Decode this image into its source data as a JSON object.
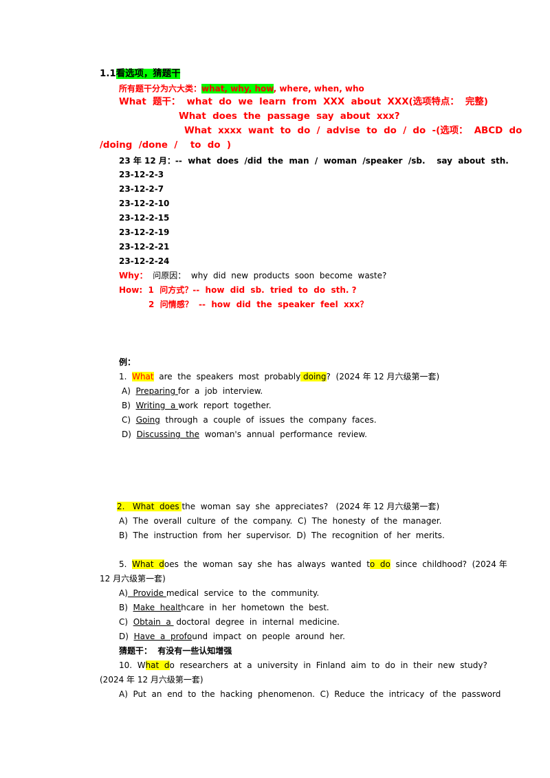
{
  "title": {
    "num": "1.1",
    "text": "看选项，猜题干"
  },
  "categories": {
    "label": "所有题干分为六大类：",
    "hl": "what, why, how",
    "sep": ",",
    "rest": " where, when, who"
  },
  "what": {
    "head": "What  题干：  what  do  we  learn  from  XXX  about  XXX(选项特点：  完整)",
    "line2": "What  does  the  passage  say  about  xxx?",
    "line3": "What  xxxx  want  to  do  /  advise  to  do  /  do  -(选项：  ABCD  do",
    "line4": "/doing  /done  /    to  do  )"
  },
  "dec23": "23 年 12 月：--  what  does  /did  the  man  /  woman  /speaker  /sb.    say  about  sth.",
  "refs": [
    "23-12-2-3",
    "23-12-2-7",
    "23-12-2-10",
    "23-12-2-15",
    "23-12-2-19",
    "23-12-2-21",
    "23-12-2-24"
  ],
  "why": {
    "label": "Why",
    "colon": "：",
    "text": "  问原因：  why  did  new  products  soon  become  waste?"
  },
  "how1": "How:  1  问方式？--  how  did  sb.  tried  to  do  sth. ?",
  "how2": "2  问情感？  --  how  did  the  speaker  feel  xxx？",
  "example": "例：",
  "q1": {
    "num": "1.  ",
    "hl": "What",
    "a": "  are  the  speakers  most  probably",
    "hl2": " doing",
    "b": "?  (2024 年 12 月六级第一套)",
    "opts": [
      {
        "p": "A)  ",
        "u": "Preparing ",
        "r": "for  a  job  interview."
      },
      {
        "p": "B)  ",
        "u": "Writing  a ",
        "r": "work  report  together."
      },
      {
        "p": "C)  ",
        "u": "Going",
        "r": "  through  a  couple  of  issues  the  company  faces."
      },
      {
        "p": "D)  ",
        "u": "Discussing  the",
        "r": "  woman's  annual  performance  review."
      }
    ]
  },
  "q2": {
    "hl": "2.   What  does ",
    "rest": "the  woman  say  she  appreciates?   (2024 年 12 月六级第一套)",
    "opt1": "A)  The  overall  culture  of  the  company.  C)  The  honesty  of  the  manager.",
    "opt2": "B)  The  instruction  from  her  supervisor.  D)  The  recognition  of  her  merits."
  },
  "q5": {
    "num": "5.  ",
    "hl": "What  d",
    "a": "oes  the  woman  say  she  has  always  wanted  t",
    "hl2": "o  do",
    "b": "  since  childhood?  (2024 年",
    "cont": "12 月六级第一套)",
    "opts": [
      {
        "p": "A)",
        "u": "  Provide ",
        "r": "medical  service  to  the  community."
      },
      {
        "p": "B)  ",
        "u": "Make  healt",
        "r": "hcare  in  her  hometown  the  best."
      },
      {
        "p": "C)  ",
        "u": "Obtain  a ",
        "r": " doctoral  degree  in  internal  medicine."
      },
      {
        "p": "D)  ",
        "u": "Have  a  profo",
        "r": "und  impact  on  people  around  her."
      }
    ]
  },
  "guess": "猜题干：  有没有一些认知增强",
  "q10": {
    "num": "10.  W",
    "hl": "hat  d",
    "a": "o  researchers  at  a  university  in  Finland  aim  to  do  in  their  new  study?",
    "cont": "(2024 年 12 月六级第一套)",
    "opt1": "A)  Put  an  end  to  the  hacking  phenomenon.  C)  Reduce  the  intricacy  of  the  password"
  }
}
